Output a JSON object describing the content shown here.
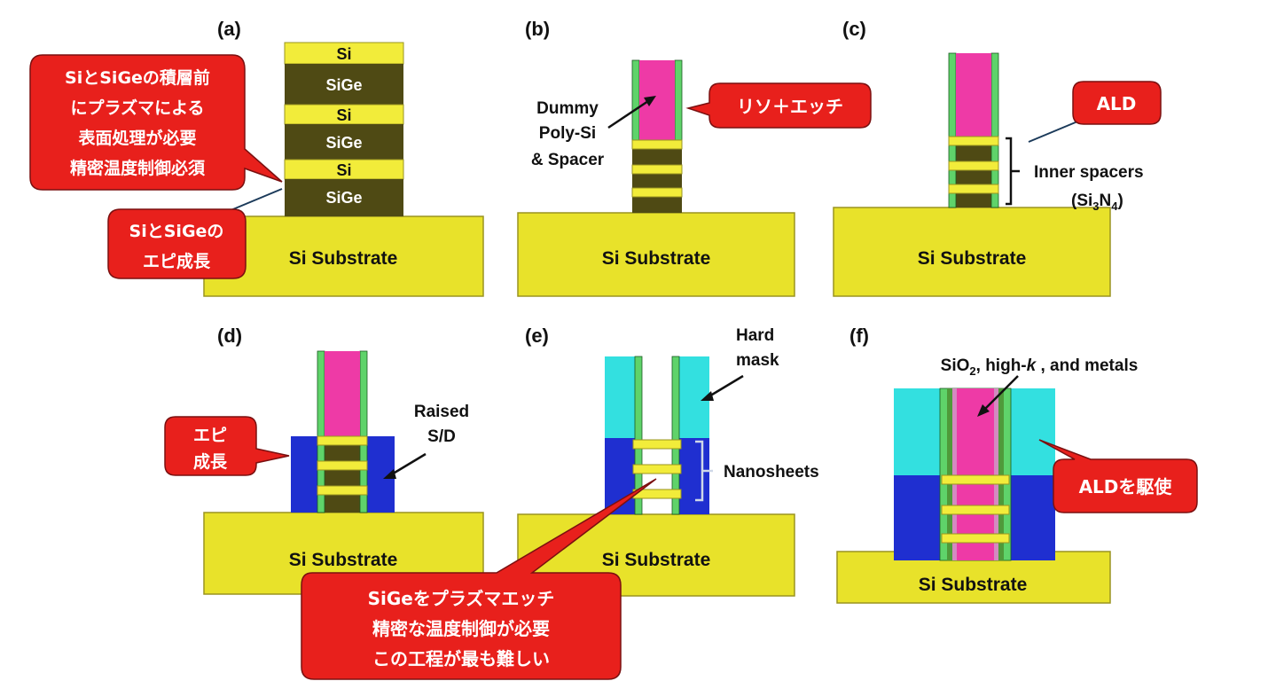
{
  "panels": {
    "a": {
      "label": "(a)",
      "substrate": "Si Substrate",
      "layers": [
        "Si",
        "SiGe",
        "Si",
        "SiGe",
        "Si",
        "SiGe"
      ],
      "callout_top": [
        "SiとSiGeの積層前",
        "にプラズマによる",
        "表面処理が必要",
        "精密温度制御必須"
      ],
      "callout_bottom": [
        "SiとSiGeの",
        "エピ成長"
      ]
    },
    "b": {
      "label": "(b)",
      "substrate": "Si Substrate",
      "annotation": [
        "Dummy",
        "Poly-Si",
        "& Spacer"
      ],
      "callout": "リソ＋エッチ"
    },
    "c": {
      "label": "(c)",
      "substrate": "Si Substrate",
      "annotation": "Inner spacers",
      "formula": {
        "open": "(Si",
        "sub1": "3",
        "mid": "N",
        "sub2": "4",
        "close": ")"
      },
      "callout": "ALD"
    },
    "d": {
      "label": "(d)",
      "substrate": "Si Substrate",
      "annotation": [
        "Raised",
        "S/D"
      ],
      "callout": [
        "エピ",
        "成長"
      ]
    },
    "e": {
      "label": "(e)",
      "substrate": "Si Substrate",
      "annotation_top": [
        "Hard",
        "mask"
      ],
      "annotation_side": "Nanosheets",
      "callout": [
        "SiGeをプラズマエッチ",
        "精密な温度制御が必要",
        "この工程が最も難しい"
      ]
    },
    "f": {
      "label": "(f)",
      "substrate": "Si Substrate",
      "annotation": {
        "a": "SiO",
        "sub": "2",
        "b": ", high-",
        "k": "k",
        "c": " , and metals"
      },
      "callout": "ALDを駆使"
    }
  },
  "colors": {
    "substrate": "#e8e22a",
    "si": "#f2ec3a",
    "sige": "#4f4a14",
    "spacer": "#5fd36a",
    "poly": "#ee3aa6",
    "sd": "#1f2fd0",
    "hardmask": "#33e0e0",
    "callout": "#e8201c",
    "line": "#1b3a5a"
  }
}
